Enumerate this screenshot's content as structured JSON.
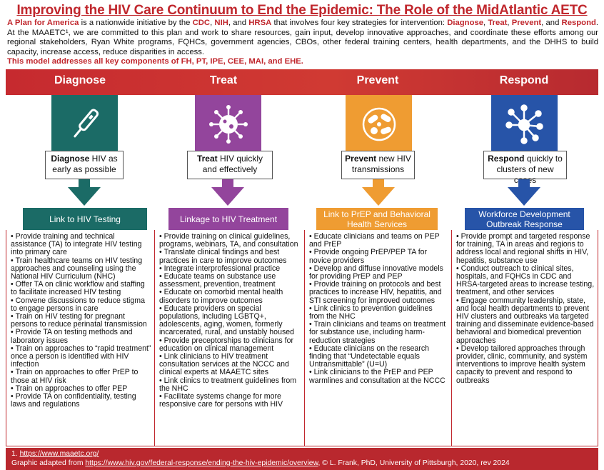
{
  "title": "Improving the HIV Care Continuum to End the Epidemic: The Role of the MidAtlantic AETC",
  "intro": {
    "plan": "A Plan for America",
    "t1": " is a nationwide initiative by the ",
    "cdc": "CDC",
    "t2": ", ",
    "nih": "NIH",
    "t3": ", and ",
    "hrsa": "HRSA",
    "t4": " that involves four key strategies for intervention: ",
    "s1": "Diagnose",
    "t5": ", ",
    "s2": "Treat",
    "t6": ", ",
    "s3": "Prevent",
    "t7": ", and ",
    "s4": "Respond",
    "t8": ". At the MAAETC¹, we are committed to this plan and work to share resources, gain input, develop innovative approaches, and coordinate these efforts among our regional stakeholders, Ryan White programs, FQHCs, government agencies, CBOs, other federal training centers, health departments, and the DHHS to build capacity, increase access, reduce disparities in access.",
    "model": "This model addresses all key components of FH, PT, IPE, CEE, MAI, and EHE."
  },
  "colors": {
    "red": "#c0272d",
    "diagnose": "#1b6b66",
    "treat": "#93459c",
    "prevent": "#ef9c32",
    "respond": "#2754a8"
  },
  "columns": [
    {
      "name": "Diagnose",
      "icon": "test-swab-icon",
      "desc_bold": "Diagnose",
      "desc_rest": " HIV as early as possible",
      "sub": "Link to HIV Testing",
      "items": [
        "Provide training and technical assistance (TA) to integrate HIV testing into primary care",
        "Train healthcare teams on HIV testing approaches and counseling using the National HIV Curriculum (NHC)",
        "Offer TA on clinic workflow and staffing to facilitate increased HIV testing",
        "Convene discussions to reduce stigma to engage persons in care",
        "Train on HIV testing for pregnant persons to reduce perinatal transmission",
        "Provide TA on testing methods and laboratory issues",
        "Train on approaches to “rapid treatment” once a person is identified with HIV infection",
        "Train on approaches to offer PrEP to those at HIV risk",
        "Train on approaches to offer PEP",
        "Provide TA on confidentiality, testing laws and regulations"
      ]
    },
    {
      "name": "Treat",
      "icon": "virus-icon",
      "desc_bold": "Treat",
      "desc_rest": " HIV quickly and effectively",
      "sub": "Linkage to HIV Treatment",
      "items": [
        "Provide training on clinical guidelines, programs, webinars, TA, and consultation",
        "Translate clinical findings and best practices in care to improve outcomes",
        "Integrate interprofessional practice",
        "Educate teams on substance use assessment, prevention, treatment",
        "Educate on comorbid mental health disorders to improve outcomes",
        "Educate providers on special populations, including LGBTQ+, adolescents, aging, women, formerly incarcerated, rural, and unstably housed",
        "Provide preceptorships to clinicians for education on clinical management",
        "Link clinicians to HIV treatment consultation services at the NCCC and clinical experts at MAAETC sites",
        "Link clinics to treatment guidelines from the NHC",
        "Facilitate systems change for more responsive care for persons with HIV"
      ]
    },
    {
      "name": "Prevent",
      "icon": "pills-icon",
      "desc_bold": "Prevent",
      "desc_rest": " new HIV transmissions",
      "sub": "Link to PrEP and Behavioral Health Services",
      "items": [
        "Educate clinicians and teams on PEP and PrEP",
        "Provide ongoing PrEP/PEP TA for novice providers",
        "Develop and diffuse innovative models for providing PrEP and PEP",
        "Provide training on protocols and best practices  to increase HIV, hepatitis, and STI screening for improved outcomes",
        "Link clinics to prevention guidelines from the NHC",
        "Train clinicians and teams on treatment for substance use, including harm-reduction strategies",
        "Educate clinicians on the research finding that   “Undetectable equals Untransmittable” (U=U)",
        "Link clinicians to the PrEP and PEP warmlines   and consultation at the NCCC"
      ]
    },
    {
      "name": "Respond",
      "icon": "network-icon",
      "desc_bold": "Respond",
      "desc_rest": " quickly to clusters of new cases",
      "sub": "Workforce Development Outbreak Response",
      "items": [
        "Provide prompt and targeted response for training, TA in areas and regions to address  local and regional shifts in HIV, hepatitis, substance use",
        "Conduct outreach to clinical sites, hospitals, and FQHCs in CDC and HRSA-targeted areas to increase testing, treatment, and other services",
        "Engage community leadership, state,  and local health departments to prevent HIV clusters and outbreaks via targeted training and disseminate evidence-based behavioral and biomedical  prevention approaches",
        "Develop tailored approaches through provider,   clinic, community, and system interventions  to  improve health system capacity to prevent and respond to outbreaks"
      ]
    }
  ],
  "footer": {
    "note1_prefix": "1. ",
    "note1_link": "https://www.maaetc.org/",
    "note2_prefix": "Graphic adapted from ",
    "note2_link": "https://www.hiv.gov/federal-response/ending-the-hiv-epidemic/overview",
    "note2_suffix": ", © L. Frank, PhD, University of Pittsburgh, 2020, rev 2024"
  }
}
